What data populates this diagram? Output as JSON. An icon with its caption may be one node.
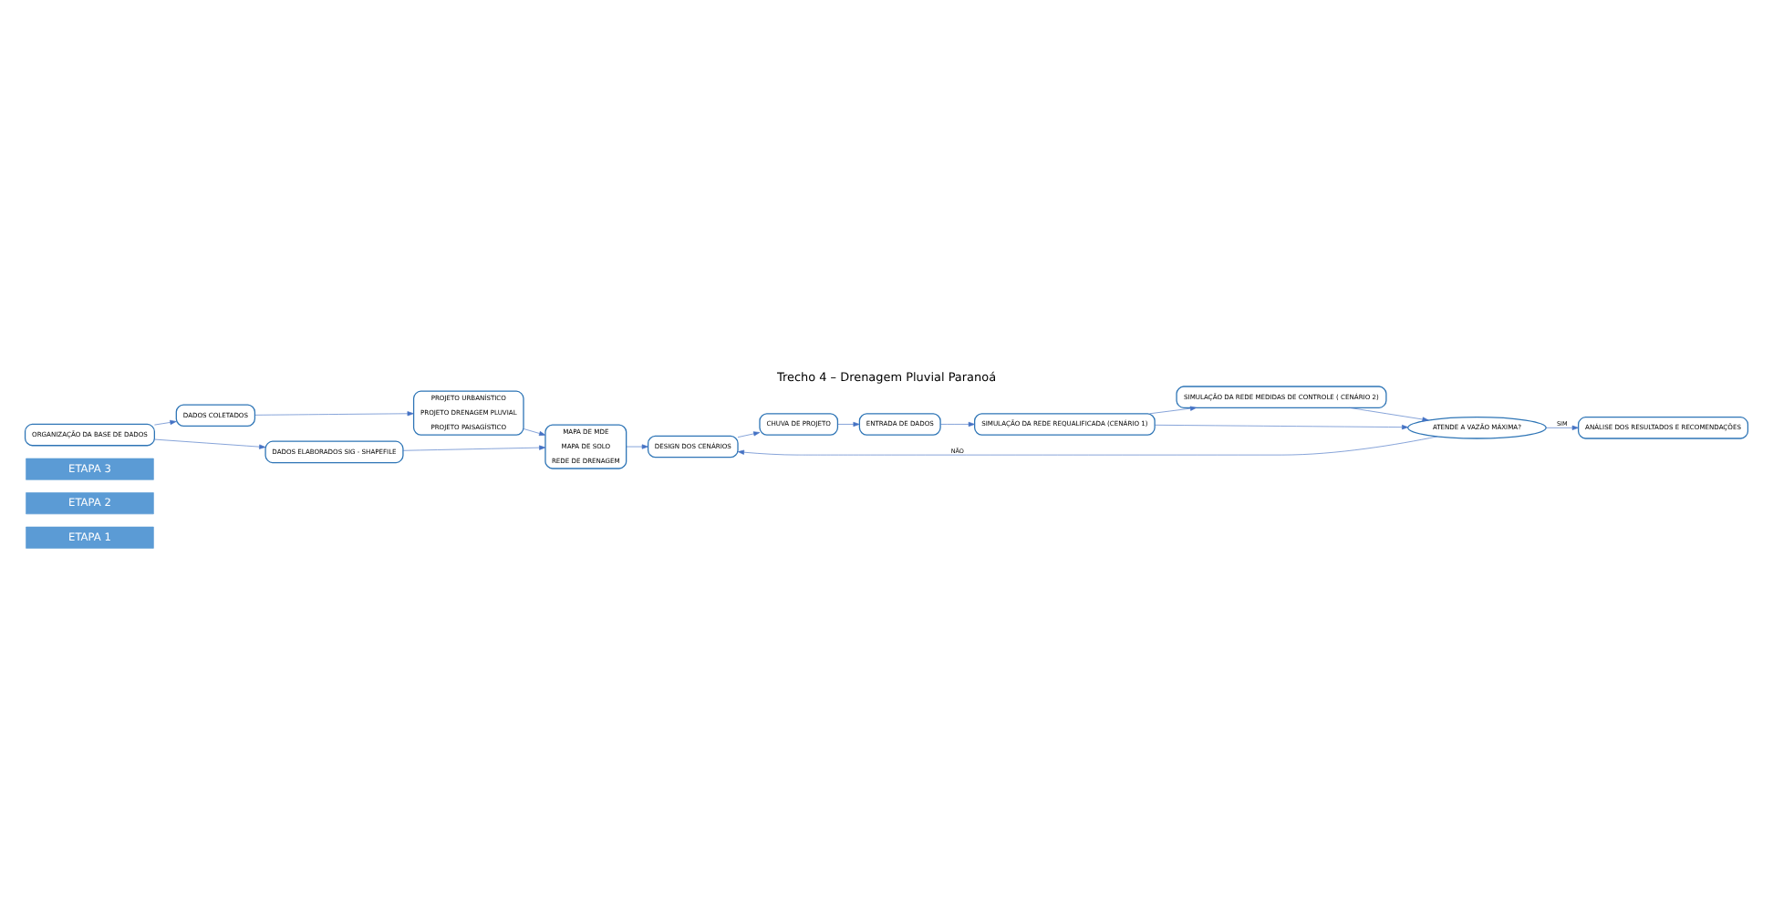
{
  "diagram": {
    "title": "Trecho 4 – Drenagem Pluvial Paranoá",
    "nodes": [
      {
        "text": [
          "ETAPA 1"
        ]
      },
      {
        "text": [
          "ETAPA 2"
        ]
      },
      {
        "text": [
          "ETAPA 3"
        ]
      },
      {
        "text": [
          "ORGANIZAÇÃO DA BASE DE DADOS"
        ]
      },
      {
        "text": [
          "DADOS COLETADOS"
        ]
      },
      {
        "text": [
          "PROJETO URBANÍSTICO",
          "PROJETO DRENAGEM PLUVIAL",
          "PROJETO PAISAGÍSTICO"
        ]
      },
      {
        "text": [
          "DADOS ELABORADOS SIG - SHAPEFILE"
        ]
      },
      {
        "text": [
          "MAPA DE MDE",
          "MAPA DE SOLO",
          "REDE DE DRENAGEM"
        ]
      },
      {
        "text": [
          "DESIGN DOS CENÁRIOS"
        ]
      },
      {
        "text": [
          "CHUVA DE PROJETO"
        ]
      },
      {
        "text": [
          "ENTRADA DE DADOS"
        ]
      },
      {
        "text": [
          "SIMULAÇÃO DA REDE REQUALIFICADA (CENÁRIO 1)"
        ]
      },
      {
        "text": [
          "SIMULAÇÃO DA REDE MEDIDAS DE CONTROLE ( CENÁRIO 2)"
        ]
      },
      {
        "text": [
          "ATENDE A VAZÃO MÁXIMA?"
        ]
      },
      {
        "text": [
          "ANÁLISE DOS RESULTADOS E RECOMENDAÇÕES"
        ]
      }
    ],
    "edges": [
      {
        "from": 3,
        "to": 4,
        "arrow": "to"
      },
      {
        "from": 3,
        "to": 6,
        "arrow": "to"
      },
      {
        "from": 4,
        "to": 5,
        "arrow": "to"
      },
      {
        "from": 5,
        "to": 7,
        "arrow": "to"
      },
      {
        "from": 6,
        "to": 7,
        "arrow": "to"
      },
      {
        "from": 7,
        "to": 8,
        "arrow": "to"
      },
      {
        "from": 8,
        "to": 9,
        "arrow": "to"
      },
      {
        "from": 9,
        "to": 10,
        "arrow": "to"
      },
      {
        "from": 10,
        "to": 11,
        "arrow": "to"
      },
      {
        "from": 11,
        "to": 12,
        "arrow": "to"
      },
      {
        "from": 11,
        "to": 13,
        "arrow": "to"
      },
      {
        "from": 12,
        "to": 13,
        "arrow": "to"
      },
      {
        "from": 13,
        "to": 8,
        "arrow": "to",
        "label": "NÃO"
      },
      {
        "from": 13,
        "to": 14,
        "arrow": "to",
        "label": "SIM"
      }
    ]
  }
}
